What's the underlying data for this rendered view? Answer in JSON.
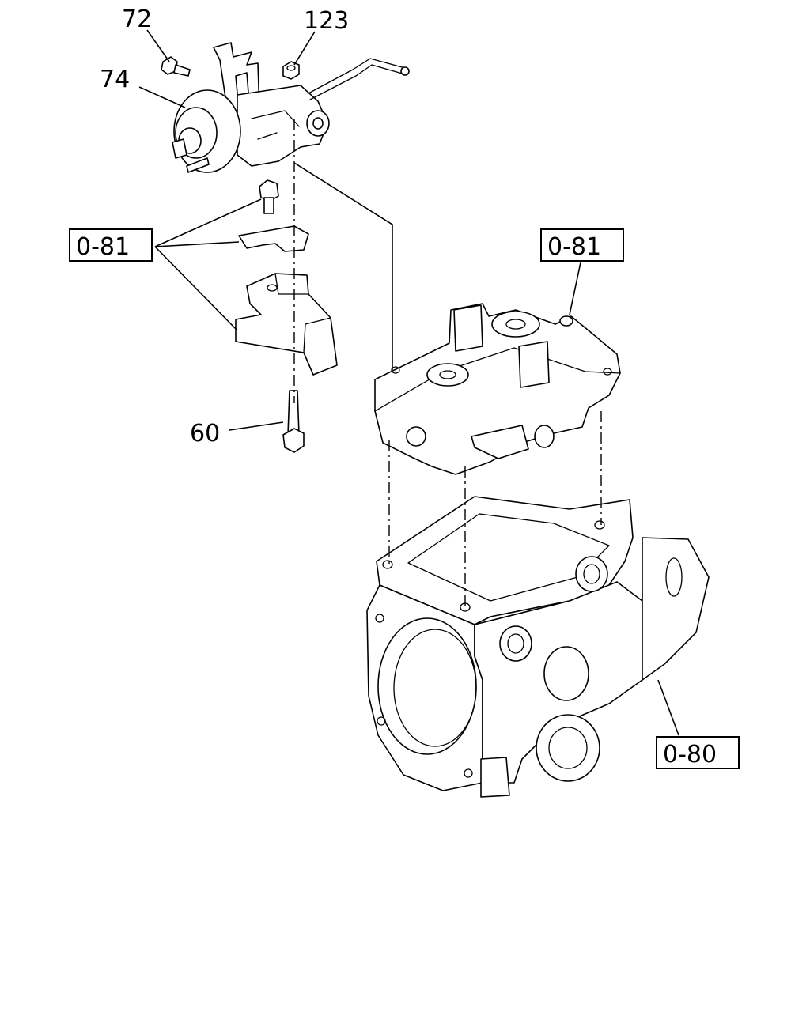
{
  "callouts": {
    "part_72": "72",
    "part_123": "123",
    "part_74": "74",
    "part_60": "60"
  },
  "references": {
    "ref_bracket": "0-81",
    "ref_cover": "0-81",
    "ref_body": "0-80"
  },
  "colors": {
    "line": "#000000",
    "background": "#ffffff"
  }
}
